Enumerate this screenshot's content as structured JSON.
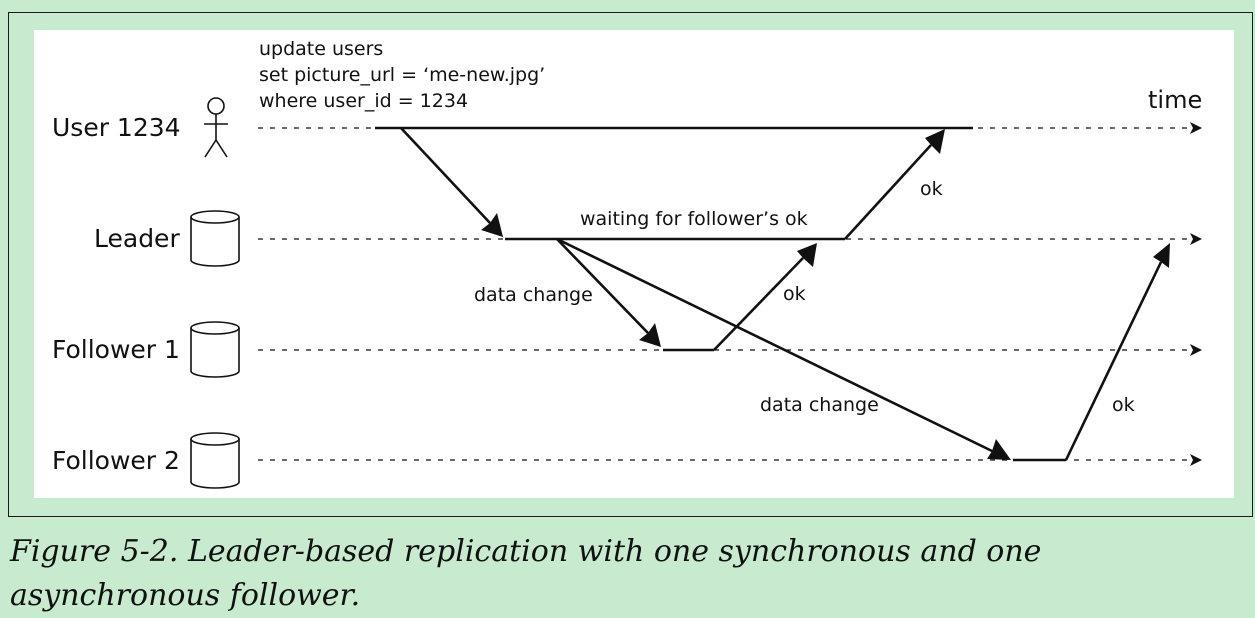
{
  "diagram": {
    "query_lines": [
      "update users",
      "set picture_url = ‘me-new.jpg’",
      "where user_id = 1234"
    ],
    "time_label": "time",
    "rows": [
      {
        "label": "User 1234",
        "icon": "user-icon"
      },
      {
        "label": "Leader",
        "icon": "database-icon"
      },
      {
        "label": "Follower 1",
        "icon": "database-icon"
      },
      {
        "label": "Follower 2",
        "icon": "database-icon"
      }
    ],
    "annotations": {
      "waiting": "waiting for follower’s ok",
      "ok_leader_user": "ok",
      "data_change_follower1": "data change",
      "ok_follower1": "ok",
      "data_change_follower2": "data change",
      "ok_follower2": "ok"
    }
  },
  "caption": "Figure 5-2. Leader-based replication with one synchronous and one asynchronous fol­lower."
}
